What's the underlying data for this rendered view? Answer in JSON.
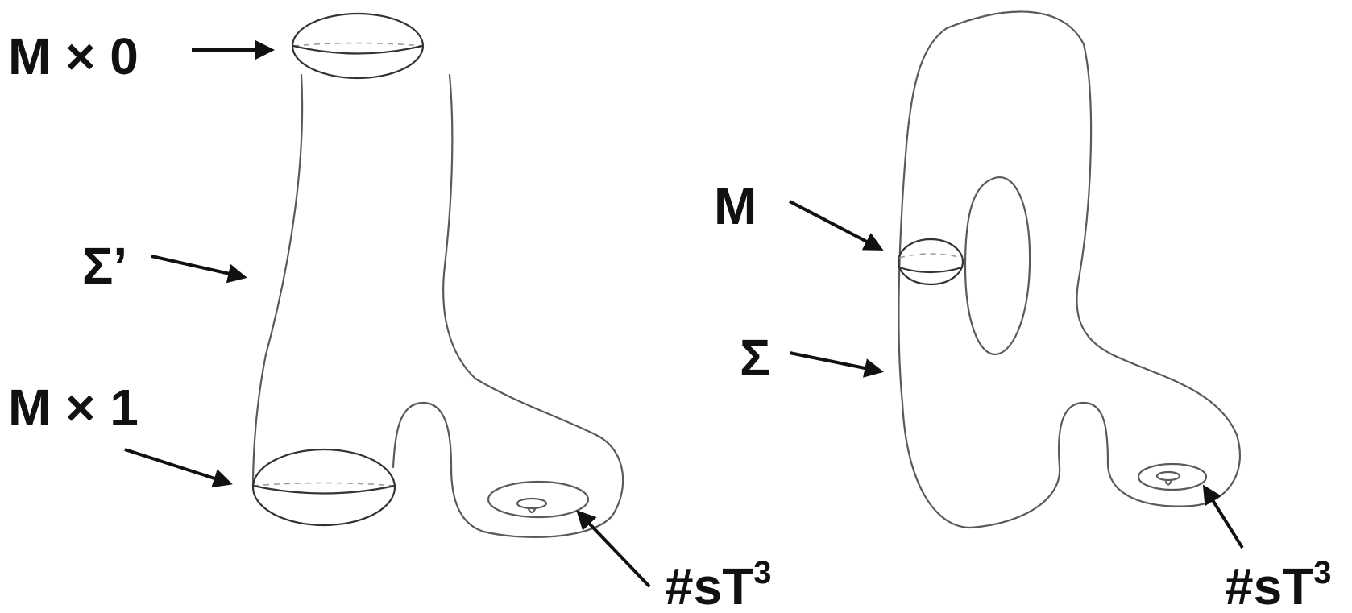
{
  "labels": {
    "m_times_0": "M × 0",
    "sigma_prime": "Σ’",
    "m_times_1": "M × 1",
    "st3_left_base": "#sT",
    "st3_left_exp": "3",
    "m": "M",
    "sigma": "Σ",
    "st3_right_base": "#sT",
    "st3_right_exp": "3"
  },
  "colors": {
    "stroke": "#5a5a5a",
    "ink": "#111111",
    "background": "#ffffff"
  }
}
